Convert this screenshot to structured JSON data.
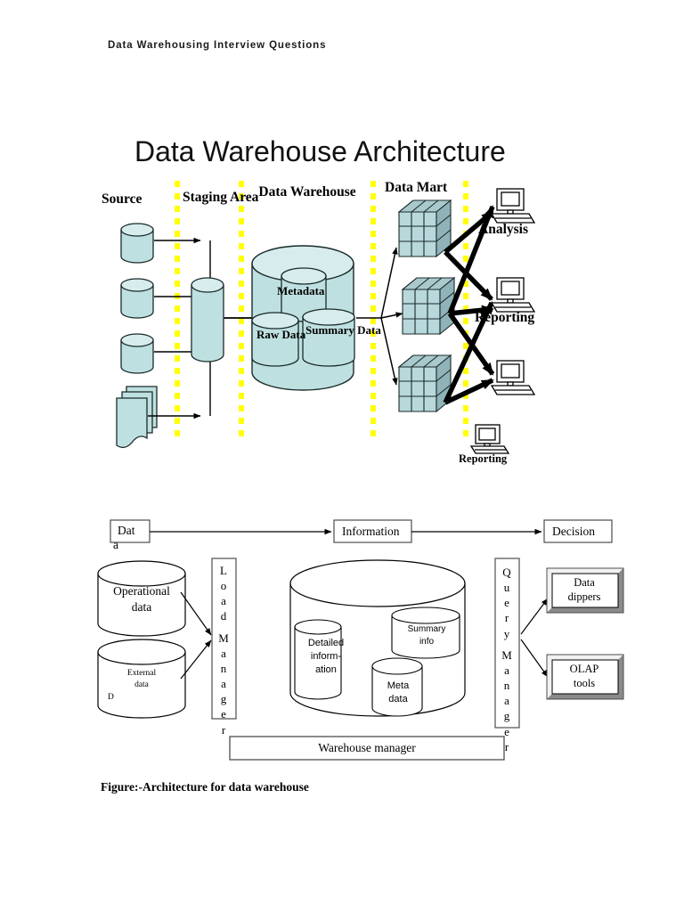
{
  "document": {
    "running_header": "Data Warehousing Interview Questions",
    "figure_title": "Data Warehouse Architecture",
    "figure_caption": "Figure:-Architecture for data warehouse"
  },
  "colors": {
    "cylinder_fill": "#bfe0e0",
    "cube_front": "#b8d8dc",
    "cube_top": "#a9c9cd",
    "cube_side": "#8fb3b8",
    "divider_yellow": "#ffff00",
    "outline": "#1a2a2a",
    "box_border": "#4d4d4d",
    "bevel_light": "#f2f2f2",
    "bevel_dark": "#9a9a9a"
  },
  "architecture_diagram": {
    "zone_labels": [
      {
        "id": "source",
        "text": "Source"
      },
      {
        "id": "staging",
        "line1": "Staging",
        "line2": "Area"
      },
      {
        "id": "data-warehouse",
        "line1": "Data",
        "line2": "Warehouse"
      },
      {
        "id": "data-mart",
        "text": "Data Mart"
      }
    ],
    "warehouse_stores": [
      {
        "id": "metadata",
        "text": "Metadata"
      },
      {
        "id": "raw-data",
        "line1": "Raw",
        "line2": "Data"
      },
      {
        "id": "summary-data",
        "line1": "Summary",
        "line2": "Data"
      }
    ],
    "outputs": [
      {
        "id": "analysis",
        "text": "Analysis"
      },
      {
        "id": "reporting-1",
        "text": "Reporting"
      },
      {
        "id": "reporting-2",
        "text": "Reporting"
      }
    ],
    "source_count": 4,
    "data_mart_count": 3,
    "monitor_count": 4,
    "divider_count": 4
  },
  "flow_diagram": {
    "chain": [
      {
        "id": "data",
        "text": "Dat",
        "overflow": "a"
      },
      {
        "id": "information",
        "text": "Information"
      },
      {
        "id": "decision",
        "text": "Decision"
      }
    ],
    "sources": [
      {
        "id": "operational-data",
        "line1": "Operational",
        "line2": "data"
      },
      {
        "id": "external-data",
        "line1": "External",
        "line2": "data",
        "stray": "D"
      }
    ],
    "managers": [
      {
        "id": "load-manager",
        "letters": [
          "L",
          "o",
          "a",
          "d",
          "",
          "M",
          "a",
          "n",
          "a",
          "g",
          "e",
          "r"
        ]
      },
      {
        "id": "query-manager",
        "letters": [
          "Q",
          "u",
          "e",
          "r",
          "y",
          "",
          "M",
          "a",
          "n",
          "a",
          "g",
          "e",
          "r"
        ]
      }
    ],
    "warehouse_stores": [
      {
        "id": "detailed-information",
        "line1": "Detailed",
        "line2": "inform-",
        "line3": "ation"
      },
      {
        "id": "summary-info",
        "line1": "Summary",
        "line2": "info"
      },
      {
        "id": "meta-data",
        "line1": "Meta",
        "line2": "data"
      }
    ],
    "tools": [
      {
        "id": "data-dippers",
        "line1": "Data",
        "line2": "dippers"
      },
      {
        "id": "olap-tools",
        "line1": "OLAP",
        "line2": "tools"
      }
    ],
    "footer_box": {
      "id": "warehouse-manager",
      "text": "Warehouse manager"
    }
  }
}
